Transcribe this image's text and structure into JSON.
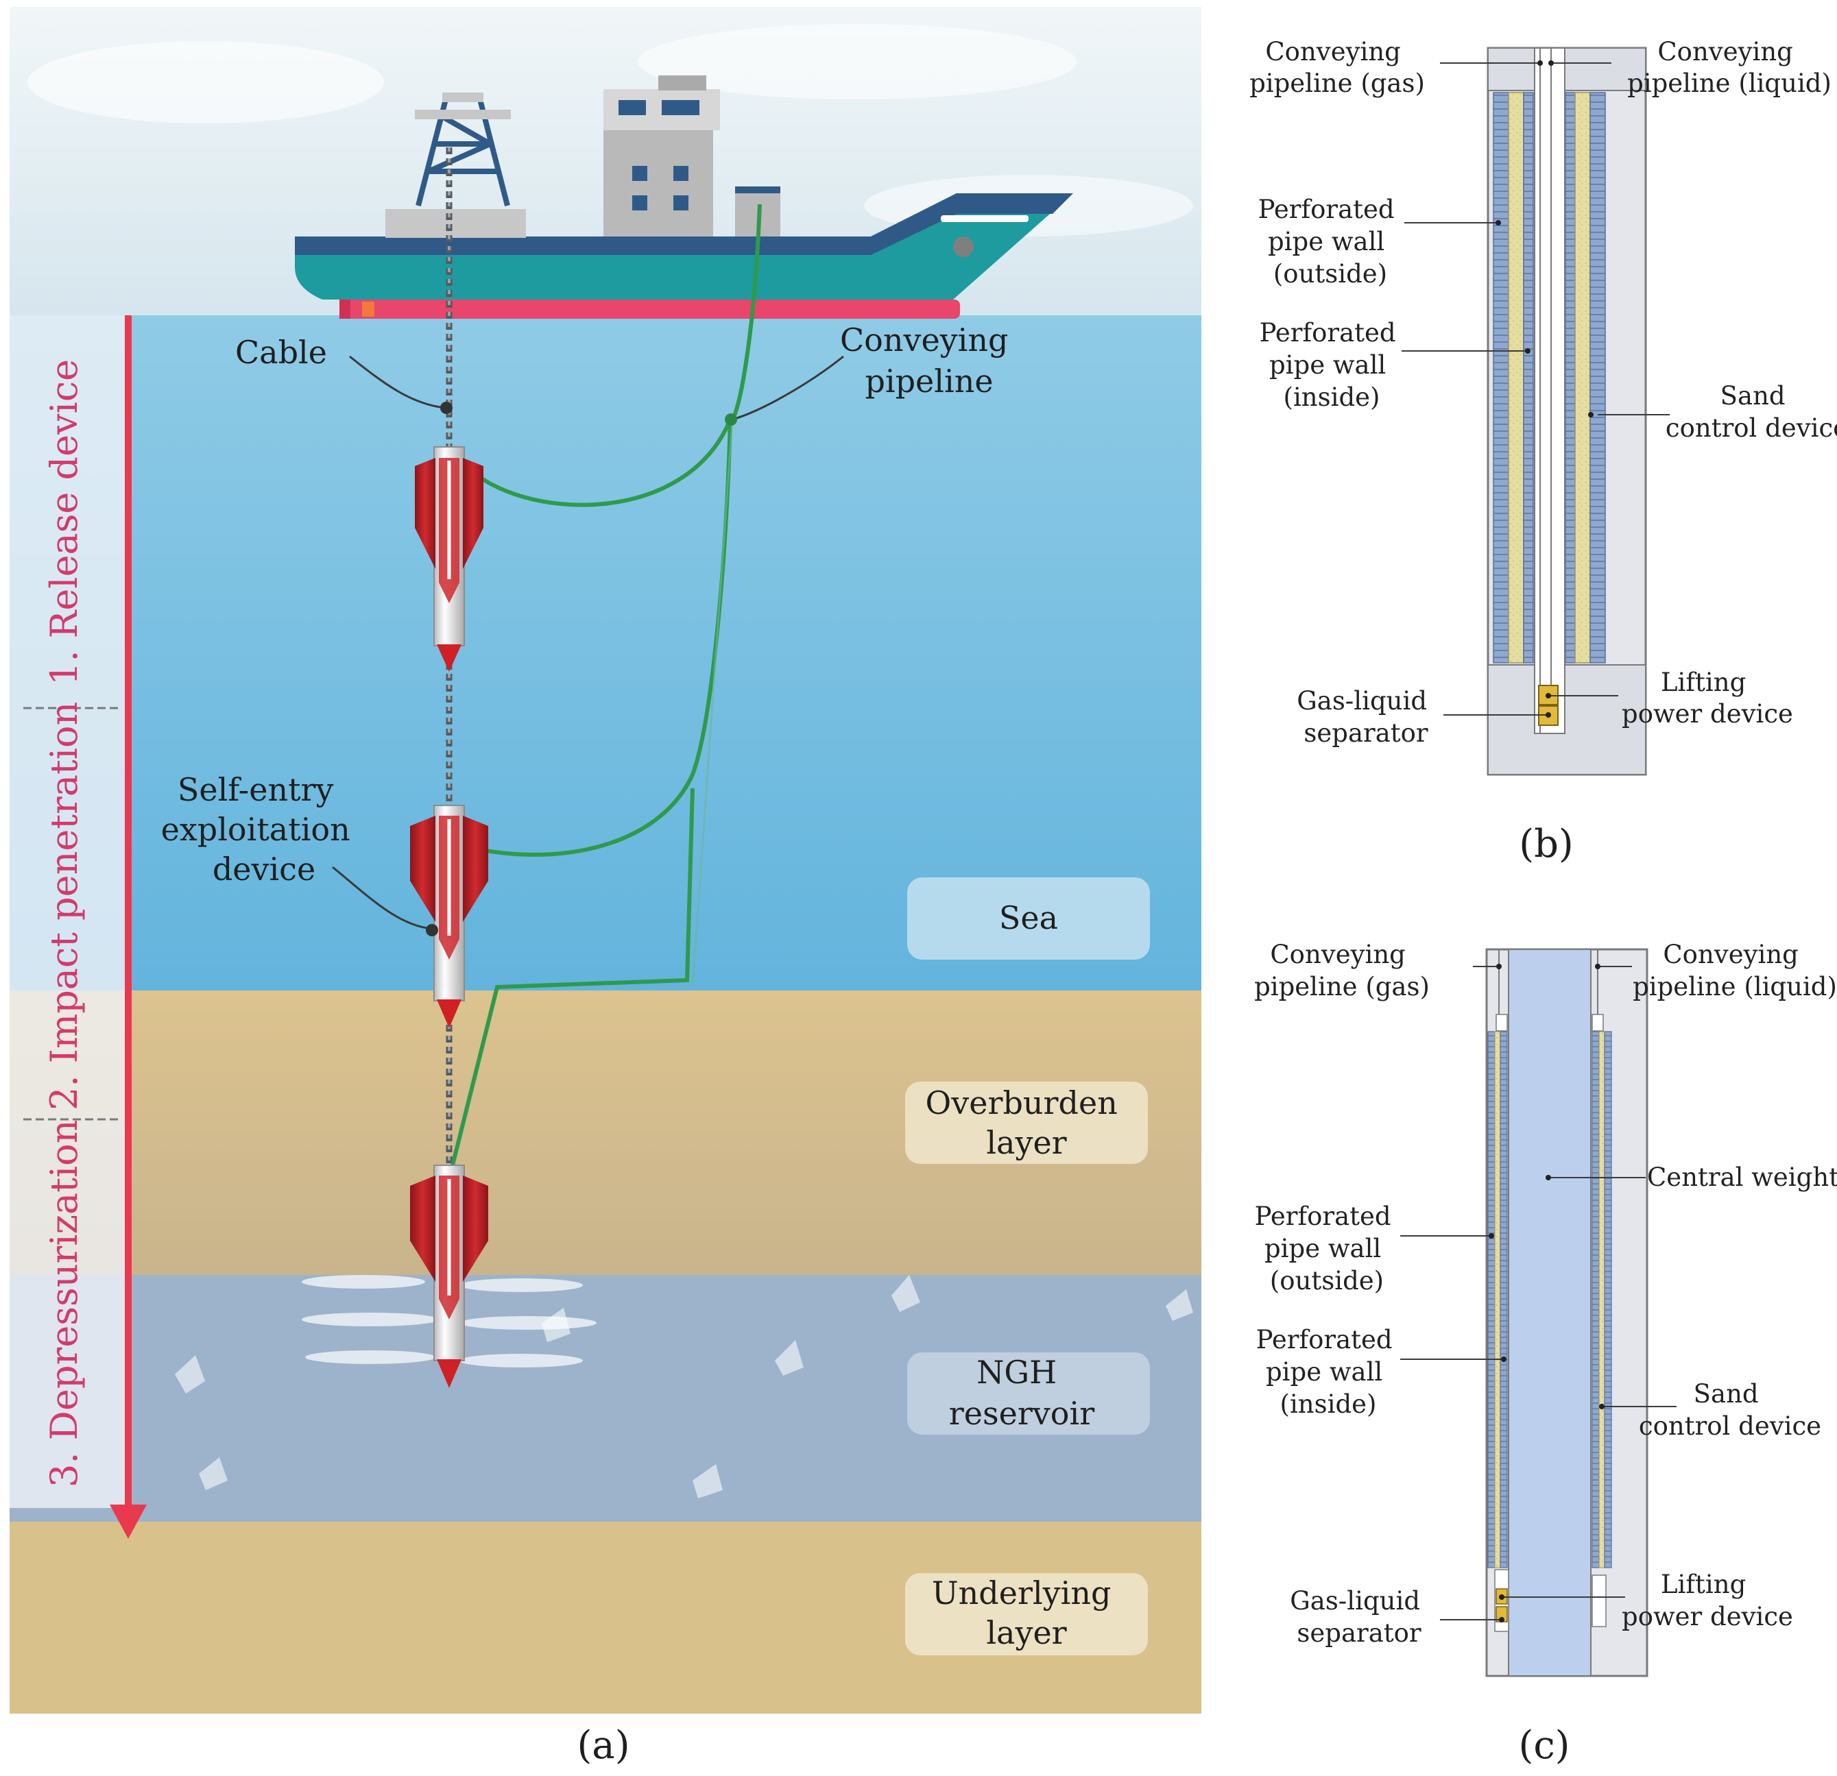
{
  "panel_a": {
    "caption": "(a)",
    "stages": [
      "1. Release device",
      "2. Impact penetration",
      "3. Depressurization"
    ],
    "labels": {
      "cable": "Cable",
      "conveying_pipeline": [
        "Conveying",
        "pipeline"
      ],
      "self_entry_device": [
        "Self-entry",
        "exploitation",
        "device"
      ]
    },
    "layers": {
      "sea": [
        "Sea"
      ],
      "overburden": [
        "Overburden",
        "layer"
      ],
      "ngh": [
        "NGH",
        "reservoir"
      ],
      "underlying": [
        "Underlying",
        "layer"
      ]
    }
  },
  "panel_b": {
    "caption": "(b)",
    "labels": {
      "pipeline_gas": [
        "Conveying",
        "pipeline (gas)"
      ],
      "pipeline_liquid": [
        "Conveying",
        "pipeline (liquid)"
      ],
      "wall_outside": [
        "Perforated",
        "pipe wall",
        "(outside)"
      ],
      "wall_inside": [
        "Perforated",
        "pipe wall",
        "(inside)"
      ],
      "sand_control": [
        "Sand",
        "control device"
      ],
      "lifting_power": [
        "Lifting",
        "power device"
      ],
      "separator": [
        "Gas-liquid",
        "separator"
      ]
    }
  },
  "panel_c": {
    "caption": "(c)",
    "labels": {
      "pipeline_gas": [
        "Conveying",
        "pipeline (gas)"
      ],
      "pipeline_liquid": [
        "Conveying",
        "pipeline (liquid)"
      ],
      "central_weight": [
        "Central weight"
      ],
      "wall_outside": [
        "Perforated",
        "pipe wall",
        "(outside)"
      ],
      "wall_inside": [
        "Perforated",
        "pipe wall",
        "(inside)"
      ],
      "sand_control": [
        "Sand",
        "control device"
      ],
      "lifting_power": [
        "Lifting",
        "power device"
      ],
      "separator": [
        "Gas-liquid",
        "separator"
      ]
    }
  },
  "colors": {
    "sky": "#dfeaf0",
    "sea_top": "#8fcbe6",
    "sea_bottom": "#64b4dd",
    "overburden": "#d8c08c",
    "ngh": "#9eb4cc",
    "underlying": "#d9c18b",
    "stage_arrow": "#e8394f",
    "device_red": "#b52025",
    "pipeline_green": "#2f9a4c",
    "screen_blue": "#8fa8cf",
    "screen_yellow": "#e6dda0",
    "central_weight": "#bcd0ee"
  }
}
